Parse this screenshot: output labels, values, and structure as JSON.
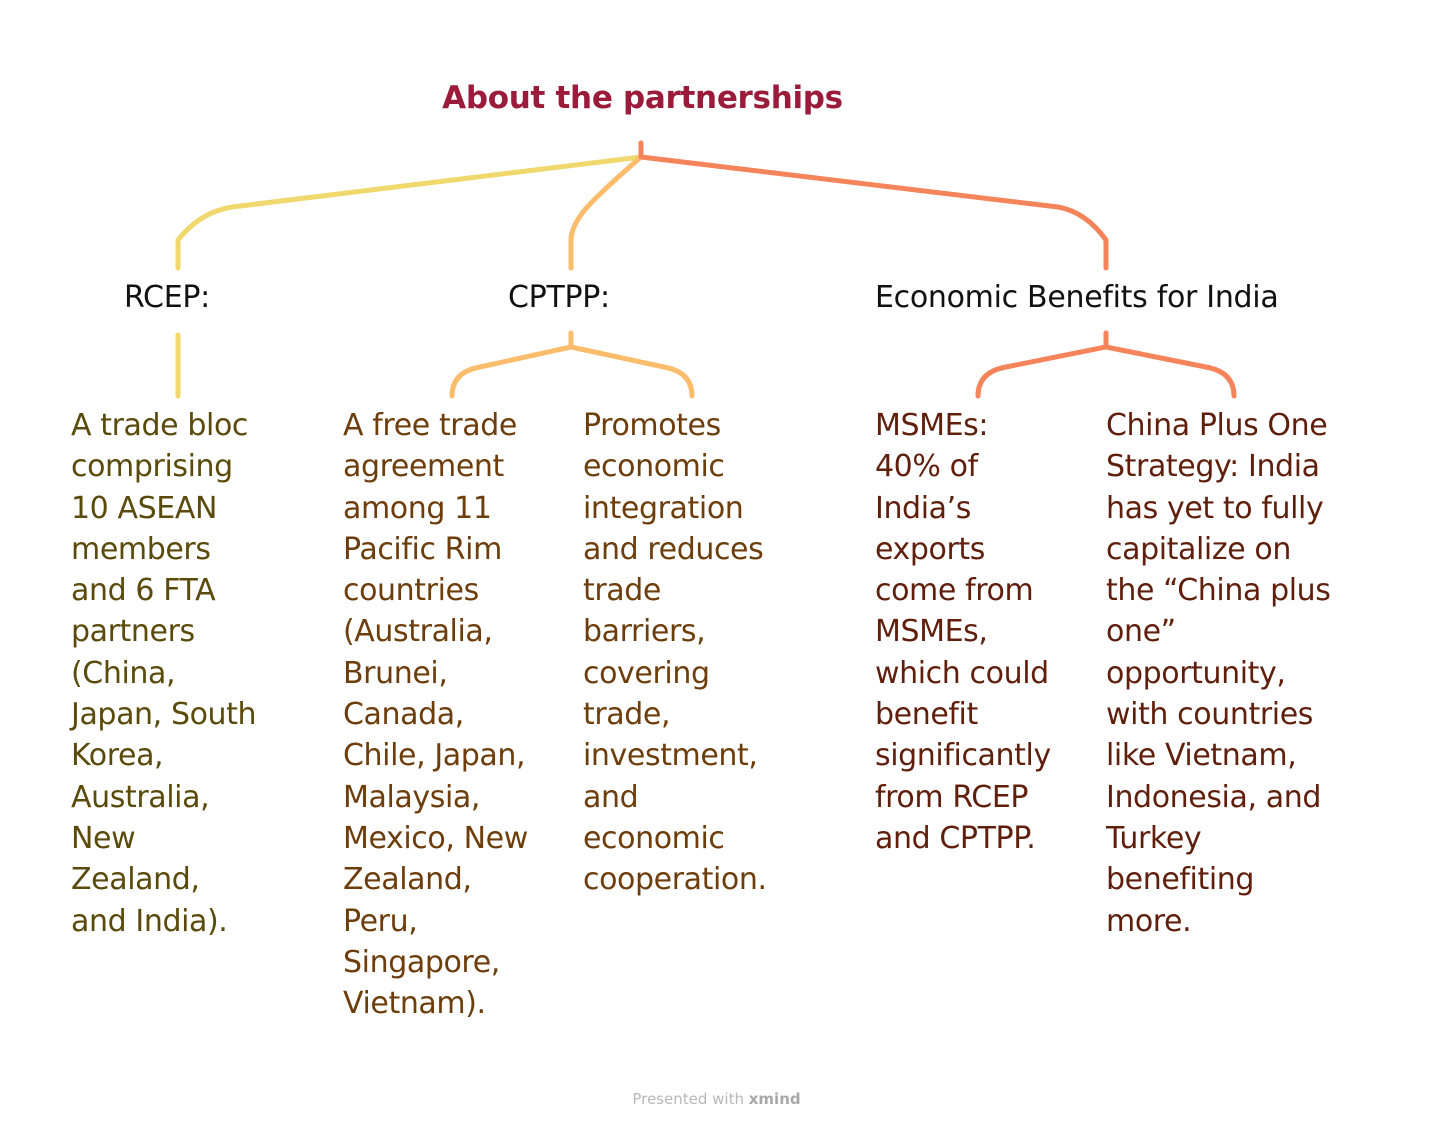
{
  "root": {
    "title": "About the partnerships"
  },
  "colors": {
    "rcep": "#f0d86c",
    "cptpp": "#fbbd6c",
    "economic": "#f6845a",
    "root_title": "#9b1b3a"
  },
  "branches": [
    {
      "title": "RCEP:",
      "children": [
        {
          "text": "A trade bloc\ncomprising\n10 ASEAN\nmembers\nand 6 FTA\npartners\n(China,\nJapan, South\nKorea,\nAustralia,\nNew\nZealand,\nand India)."
        }
      ]
    },
    {
      "title": "CPTPP:",
      "children": [
        {
          "text": "A free trade\nagreement\namong 11\nPacific Rim\ncountries\n(Australia,\nBrunei,\nCanada,\nChile, Japan,\nMalaysia,\nMexico, New\nZealand,\nPeru,\nSingapore,\nVietnam)."
        },
        {
          "text": "Promotes\neconomic\nintegration\nand reduces\ntrade\nbarriers,\ncovering\ntrade,\ninvestment,\nand\neconomic\ncooperation."
        }
      ]
    },
    {
      "title": "Economic Benefits for India",
      "children": [
        {
          "text": "MSMEs:\n40% of\nIndia’s\nexports\ncome from\nMSMEs,\nwhich could\nbenefit\nsignificantly\nfrom RCEP\nand CPTPP."
        },
        {
          "text": "China Plus One\nStrategy: India\nhas yet to fully\ncapitalize on\nthe “China plus\none”\nopportunity,\nwith countries\nlike Vietnam,\nIndonesia, and\nTurkey\nbenefiting\nmore."
        }
      ]
    }
  ],
  "footer": {
    "prefix": "Presented with ",
    "brand": "xmind"
  }
}
